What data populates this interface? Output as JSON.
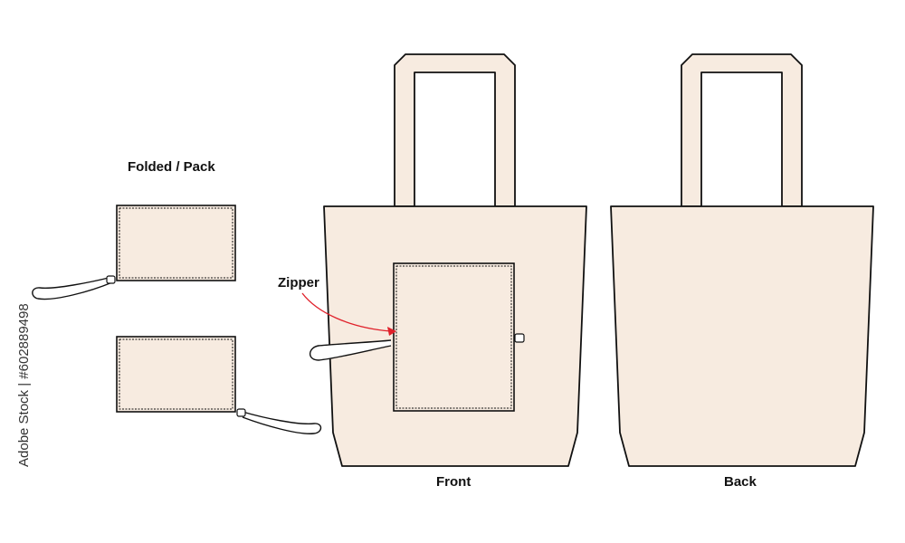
{
  "labels": {
    "folded_pack": "Folded / Pack",
    "zipper": "Zipper",
    "front": "Front",
    "back": "Back"
  },
  "stock_id": "Adobe Stock | #602889498",
  "colors": {
    "canvas": "#F7EBE0",
    "outline": "#111111",
    "callout": "#E0202A",
    "background": "#FFFFFF"
  }
}
